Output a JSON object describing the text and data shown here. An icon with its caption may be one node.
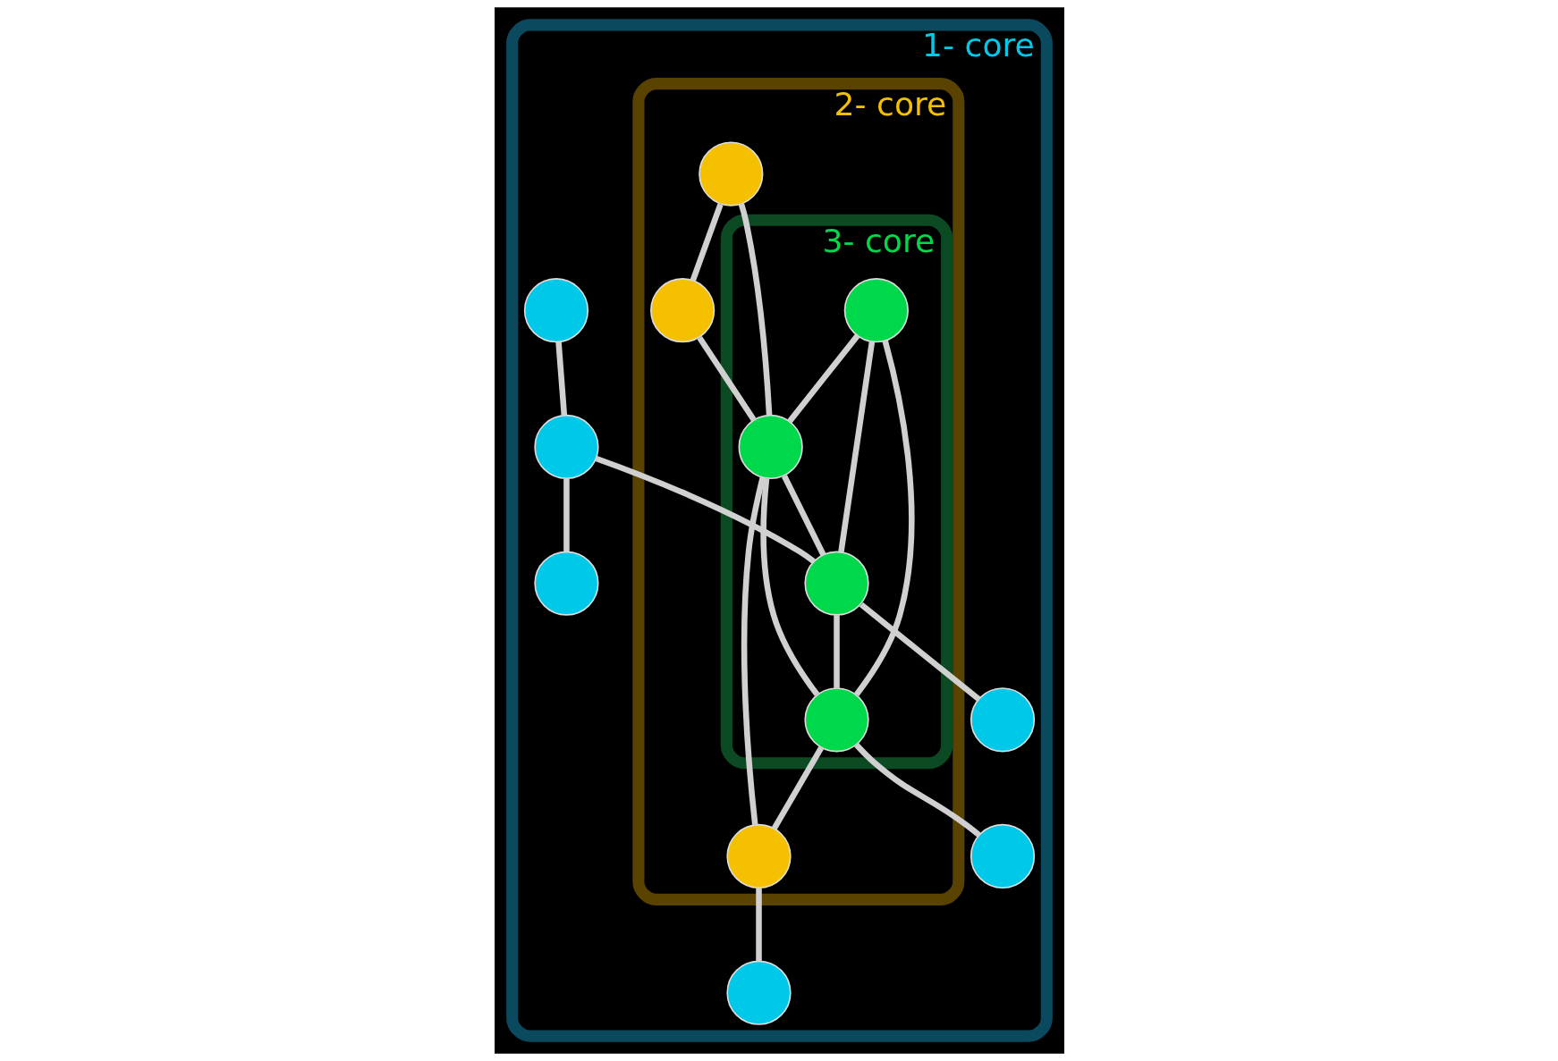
{
  "diagram": {
    "nodes": [
      {
        "text": [
          "1- core"
        ]
      },
      {
        "text": [
          "2- core"
        ],
        "in": 0
      },
      {
        "text": [
          "3- core"
        ],
        "in": 1
      },
      {
        "text": [],
        "shape": "circle",
        "in": 1
      },
      {
        "text": [],
        "shape": "circle",
        "in": 1
      },
      {
        "text": [],
        "shape": "circle",
        "in": 1
      },
      {
        "text": [],
        "shape": "circle",
        "in": 2
      },
      {
        "text": [],
        "shape": "circle",
        "in": 2
      },
      {
        "text": [],
        "shape": "circle",
        "in": 2
      },
      {
        "text": [],
        "shape": "circle",
        "in": 2
      },
      {
        "text": [],
        "shape": "circle",
        "in": 0
      },
      {
        "text": [],
        "shape": "circle",
        "in": 0
      },
      {
        "text": [],
        "shape": "circle",
        "in": 0
      },
      {
        "text": [],
        "shape": "circle",
        "in": 0
      },
      {
        "text": [],
        "shape": "circle",
        "in": 0
      },
      {
        "text": [],
        "shape": "circle",
        "in": 0
      }
    ],
    "edges": [
      {
        "from": 3,
        "to": 4,
        "arrow": "none"
      },
      {
        "from": 3,
        "to": 7,
        "arrow": "none"
      },
      {
        "from": 4,
        "to": 7,
        "arrow": "none"
      },
      {
        "from": 6,
        "to": 7,
        "arrow": "none"
      },
      {
        "from": 6,
        "to": 8,
        "arrow": "none"
      },
      {
        "from": 6,
        "to": 9,
        "arrow": "none"
      },
      {
        "from": 7,
        "to": 8,
        "arrow": "none"
      },
      {
        "from": 7,
        "to": 9,
        "arrow": "none"
      },
      {
        "from": 7,
        "to": 5,
        "arrow": "none"
      },
      {
        "from": 8,
        "to": 9,
        "arrow": "none"
      },
      {
        "from": 9,
        "to": 5,
        "arrow": "none"
      },
      {
        "from": 5,
        "to": 13,
        "arrow": "none"
      },
      {
        "from": 11,
        "to": 8,
        "arrow": "none"
      },
      {
        "from": 8,
        "to": 14,
        "arrow": "none"
      },
      {
        "from": 9,
        "to": 15,
        "arrow": "none"
      },
      {
        "from": 10,
        "to": 11,
        "arrow": "none"
      },
      {
        "from": 11,
        "to": 12,
        "arrow": "none"
      }
    ]
  }
}
